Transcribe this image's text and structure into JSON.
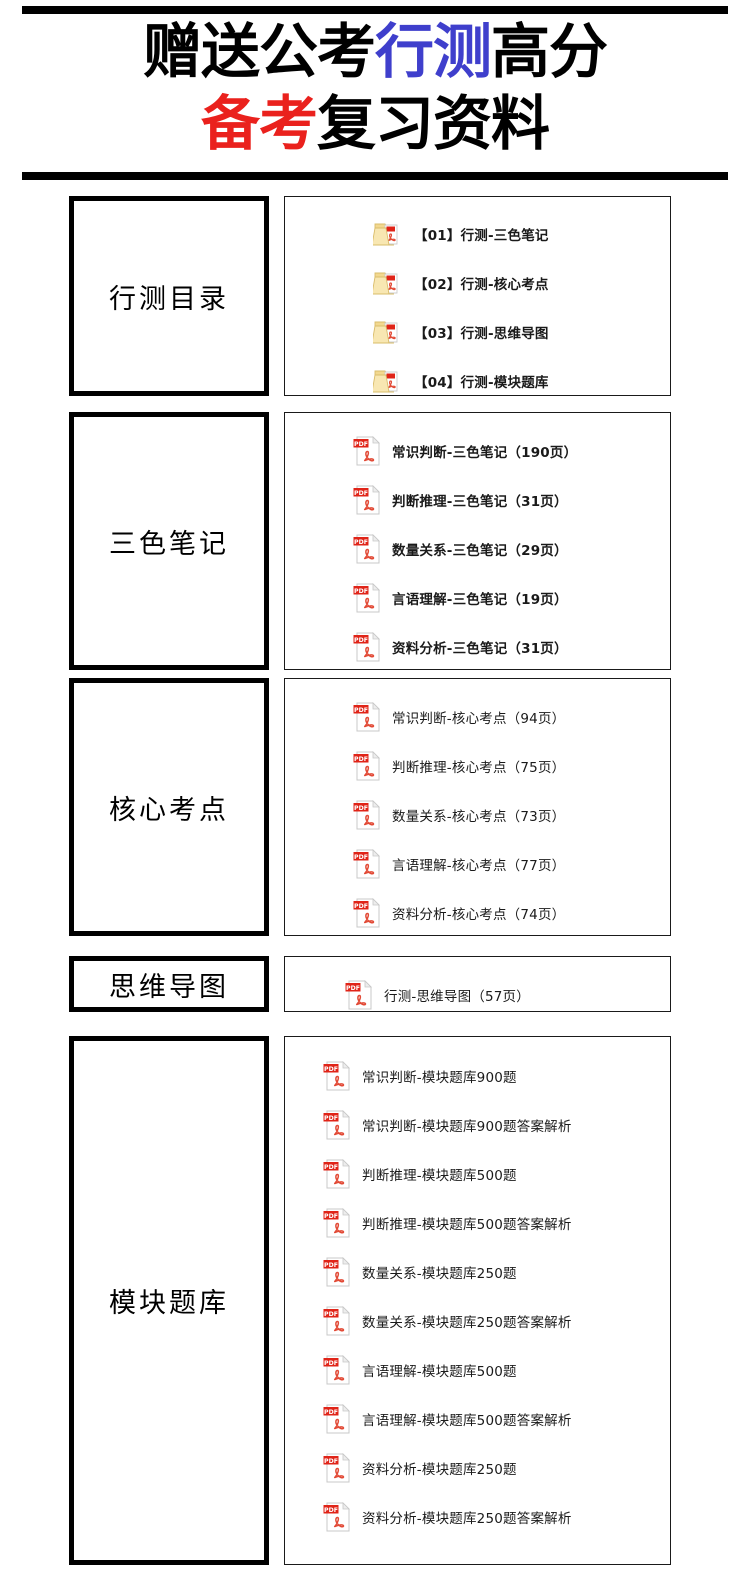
{
  "header": {
    "title_line1_part1": "赠送公考",
    "title_line1_accent": "行测",
    "title_line1_part2": "高分",
    "title_line2_accent": "备考",
    "title_line2_part2": "复习资料",
    "accent_blue": "#3f3fcc",
    "accent_red": "#ea211d"
  },
  "sections": [
    {
      "label": "行测目录",
      "icon": "folder-pdf-icon",
      "bold": true,
      "items": [
        {
          "name": "【01】行测-三色笔记"
        },
        {
          "name": "【02】行测-核心考点"
        },
        {
          "name": "【03】行测-思维导图"
        },
        {
          "name": "【04】行测-模块题库"
        }
      ]
    },
    {
      "label": "三色笔记",
      "icon": "pdf-icon",
      "bold": true,
      "items": [
        {
          "name": "常识判断-三色笔记（190页）"
        },
        {
          "name": "判断推理-三色笔记（31页）"
        },
        {
          "name": "数量关系-三色笔记（29页）"
        },
        {
          "name": "言语理解-三色笔记（19页）"
        },
        {
          "name": "资料分析-三色笔记（31页）"
        }
      ]
    },
    {
      "label": "核心考点",
      "icon": "pdf-icon",
      "bold": false,
      "items": [
        {
          "name": "常识判断-核心考点（94页）"
        },
        {
          "name": "判断推理-核心考点（75页）"
        },
        {
          "name": "数量关系-核心考点（73页）"
        },
        {
          "name": "言语理解-核心考点（77页）"
        },
        {
          "name": "资料分析-核心考点（74页）"
        }
      ]
    },
    {
      "label": "思维导图",
      "icon": "pdf-icon",
      "bold": false,
      "items": [
        {
          "name": "行测-思维导图（57页）"
        }
      ]
    },
    {
      "label": "模块题库",
      "icon": "pdf-icon",
      "bold": false,
      "items": [
        {
          "name": "常识判断-模块题库900题"
        },
        {
          "name": "常识判断-模块题库900题答案解析"
        },
        {
          "name": "判断推理-模块题库500题"
        },
        {
          "name": "判断推理-模块题库500题答案解析"
        },
        {
          "name": "数量关系-模块题库250题"
        },
        {
          "name": "数量关系-模块题库250题答案解析"
        },
        {
          "name": "言语理解-模块题库500题"
        },
        {
          "name": "言语理解-模块题库500题答案解析"
        },
        {
          "name": "资料分析-模块题库250题"
        },
        {
          "name": "资料分析-模块题库250题答案解析"
        }
      ]
    }
  ]
}
